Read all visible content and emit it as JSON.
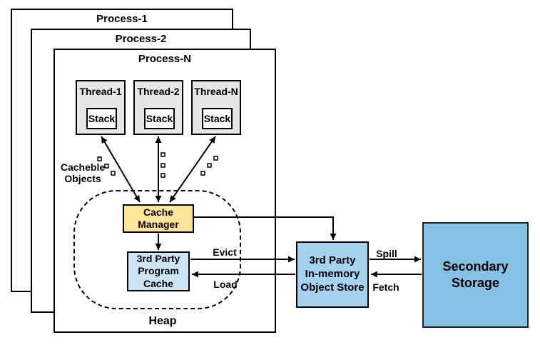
{
  "processes": [
    {
      "label": "Process-1"
    },
    {
      "label": "Process-2"
    },
    {
      "label": "Process-N"
    }
  ],
  "threads": [
    {
      "label": "Thread-1",
      "stack": "Stack"
    },
    {
      "label": "Thread-2",
      "stack": "Stack"
    },
    {
      "label": "Thread-N",
      "stack": "Stack"
    }
  ],
  "heap": {
    "label": "Heap",
    "cacheable_objects": "Cacheble\nObjects",
    "cache_manager": "Cache\nManager",
    "program_cache": "3rd Party\nProgram\nCache"
  },
  "external": {
    "object_store": "3rd Party\nIn-memory\nObject Store",
    "secondary_storage": "Secondary\nStorage"
  },
  "edges": {
    "evict": "Evict",
    "load": "Load",
    "spill": "Spill",
    "fetch": "Fetch"
  },
  "colors": {
    "thread_fill": "#e6e6e6",
    "stack_fill": "#ffffff",
    "cache_manager_fill": "#ffe599",
    "program_cache_fill": "#cde4f5",
    "object_store_fill": "#a4d2ef",
    "secondary_storage_fill": "#85c1e5",
    "stroke": "#000000"
  }
}
